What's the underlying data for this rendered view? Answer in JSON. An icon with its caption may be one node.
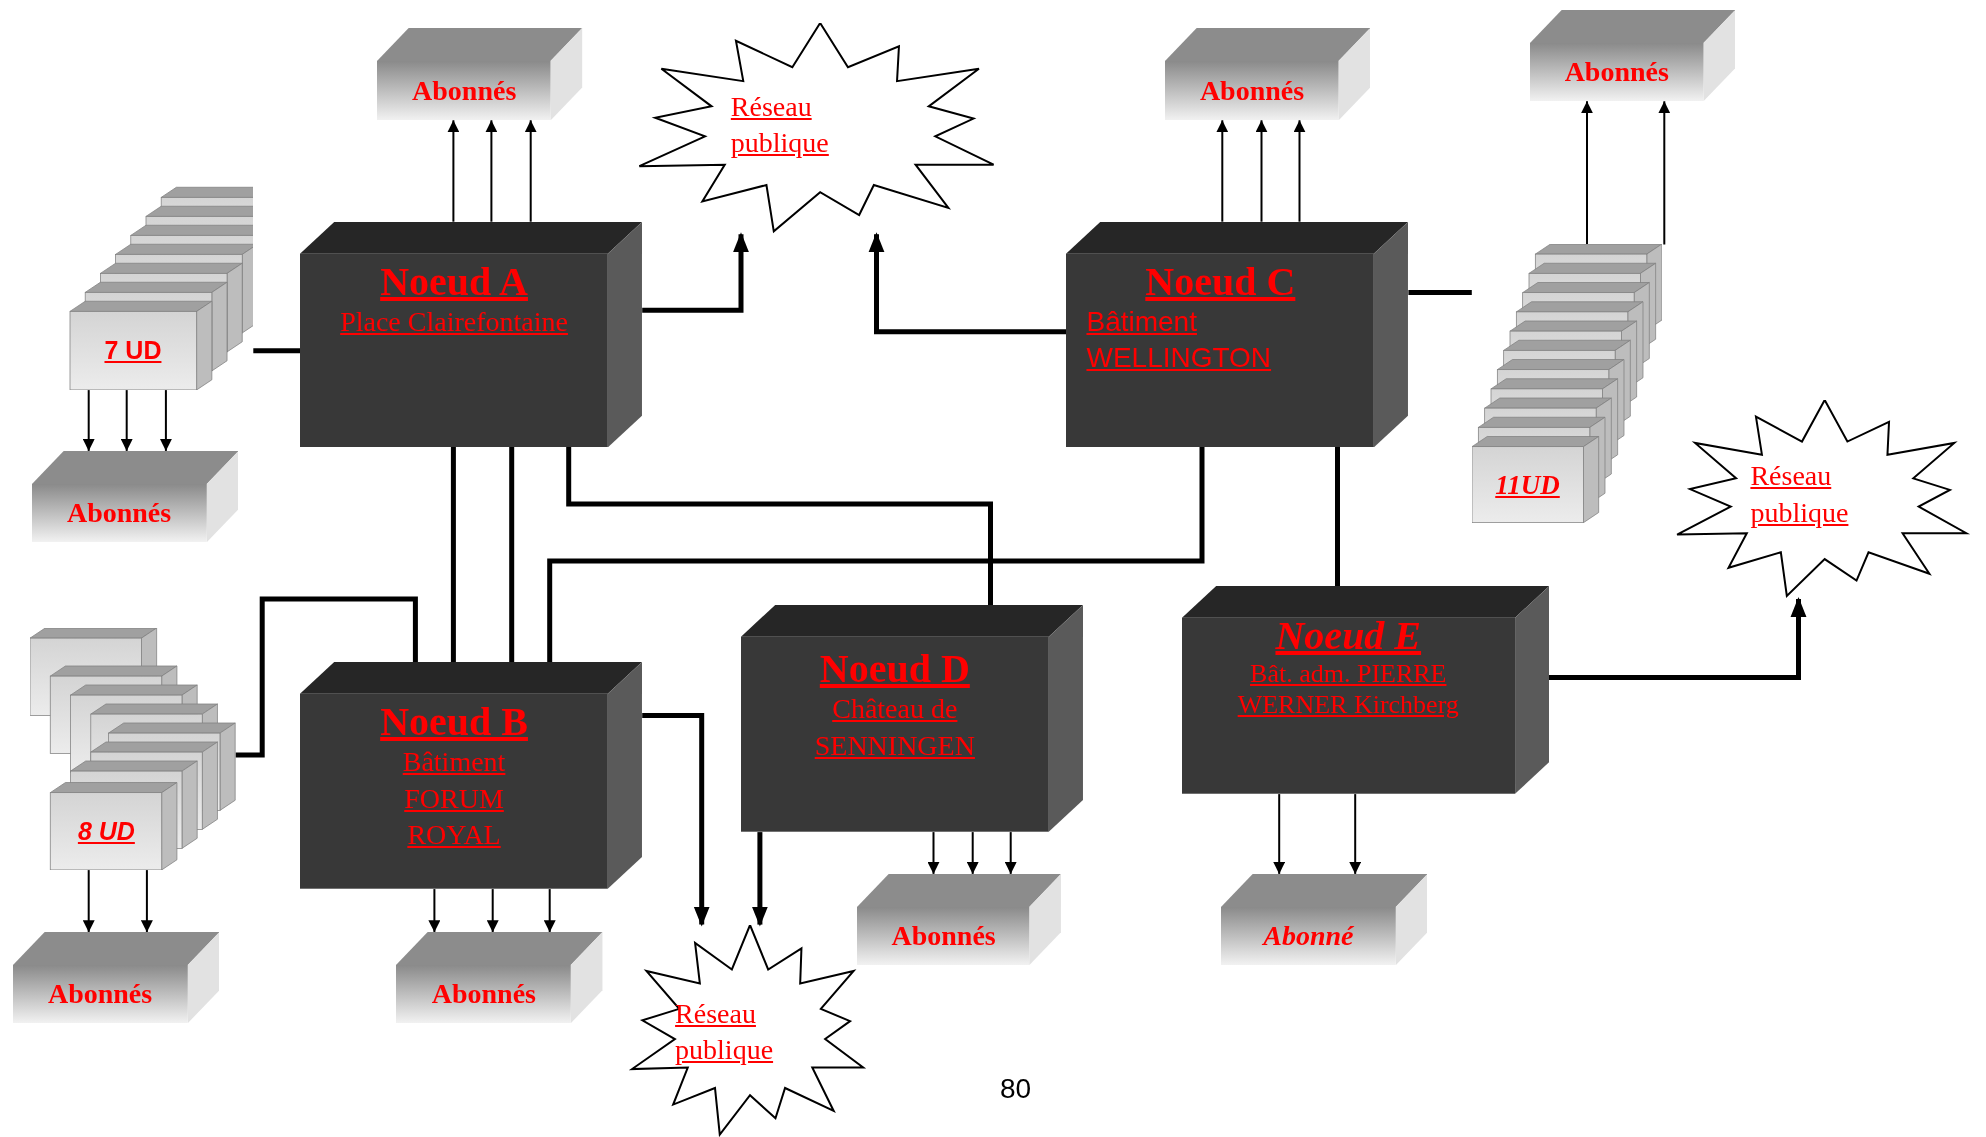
{
  "diagram": {
    "nodes": [
      {
        "text": [
          "Abonnés"
        ]
      },
      {
        "text": [
          "Réseau publique"
        ]
      },
      {
        "text": [
          "Abonnés"
        ]
      },
      {
        "text": [
          "Abonnés"
        ]
      },
      {
        "text": [
          "7 UD"
        ]
      },
      {
        "text": [
          "Noeud A",
          "Place Clairefontaine"
        ]
      },
      {
        "text": [
          "Noeud C",
          "Bâtiment WELLINGTON"
        ]
      },
      {
        "text": [
          "11UD"
        ]
      },
      {
        "text": [
          "Abonnés"
        ]
      },
      {
        "text": [
          "Réseau publique"
        ]
      },
      {
        "text": [
          "8 UD"
        ]
      },
      {
        "text": [
          "Noeud B",
          "Bâtiment FORUM ROYAL"
        ]
      },
      {
        "text": [
          "Noeud D",
          "Château de SENNINGEN"
        ]
      },
      {
        "text": [
          "Noeud E",
          "Bât. adm. PIERRE WERNER Kirchberg"
        ]
      },
      {
        "text": [
          "Abonnés"
        ]
      },
      {
        "text": [
          "Abonnés"
        ]
      },
      {
        "text": [
          "Abonnés"
        ]
      },
      {
        "text": [
          "Abonné"
        ]
      },
      {
        "text": [
          "Réseau publique"
        ]
      }
    ],
    "edges": [
      {
        "from": 5,
        "to": 0,
        "arrow": "to"
      },
      {
        "from": 5,
        "to": 0,
        "arrow": "to"
      },
      {
        "from": 5,
        "to": 0,
        "arrow": "to"
      },
      {
        "from": 5,
        "to": 1,
        "arrow": "to",
        "style": "thick"
      },
      {
        "from": 6,
        "to": 1,
        "arrow": "to",
        "style": "thick"
      },
      {
        "from": 6,
        "to": 2,
        "arrow": "to"
      },
      {
        "from": 6,
        "to": 2,
        "arrow": "to"
      },
      {
        "from": 6,
        "to": 2,
        "arrow": "to"
      },
      {
        "from": 6,
        "to": 7,
        "arrow": "none",
        "style": "thick"
      },
      {
        "from": 7,
        "to": 3,
        "arrow": "to"
      },
      {
        "from": 7,
        "to": 3,
        "arrow": "to"
      },
      {
        "from": 4,
        "to": 5,
        "arrow": "none",
        "style": "thick"
      },
      {
        "from": 4,
        "to": 8,
        "arrow": "to"
      },
      {
        "from": 4,
        "to": 8,
        "arrow": "to"
      },
      {
        "from": 4,
        "to": 8,
        "arrow": "to"
      },
      {
        "from": 5,
        "to": 11,
        "arrow": "none",
        "style": "thick"
      },
      {
        "from": 5,
        "to": 11,
        "arrow": "none",
        "style": "thick"
      },
      {
        "from": 5,
        "to": 12,
        "arrow": "none",
        "style": "thick"
      },
      {
        "from": 6,
        "to": 11,
        "arrow": "none",
        "style": "thick"
      },
      {
        "from": 6,
        "to": 13,
        "arrow": "none",
        "style": "thick"
      },
      {
        "from": 10,
        "to": 11,
        "arrow": "none",
        "style": "thick"
      },
      {
        "from": 10,
        "to": 14,
        "arrow": "to"
      },
      {
        "from": 10,
        "to": 14,
        "arrow": "to"
      },
      {
        "from": 11,
        "to": 15,
        "arrow": "to"
      },
      {
        "from": 11,
        "to": 15,
        "arrow": "to"
      },
      {
        "from": 11,
        "to": 15,
        "arrow": "to"
      },
      {
        "from": 11,
        "to": 18,
        "arrow": "to",
        "style": "thick"
      },
      {
        "from": 12,
        "to": 18,
        "arrow": "to",
        "style": "thick"
      },
      {
        "from": 12,
        "to": 16,
        "arrow": "to"
      },
      {
        "from": 12,
        "to": 16,
        "arrow": "to"
      },
      {
        "from": 12,
        "to": 16,
        "arrow": "to"
      },
      {
        "from": 13,
        "to": 17,
        "arrow": "to"
      },
      {
        "from": 13,
        "to": 17,
        "arrow": "to"
      },
      {
        "from": 13,
        "to": 9,
        "arrow": "to",
        "style": "thick"
      }
    ],
    "labels": [
      "80"
    ]
  }
}
